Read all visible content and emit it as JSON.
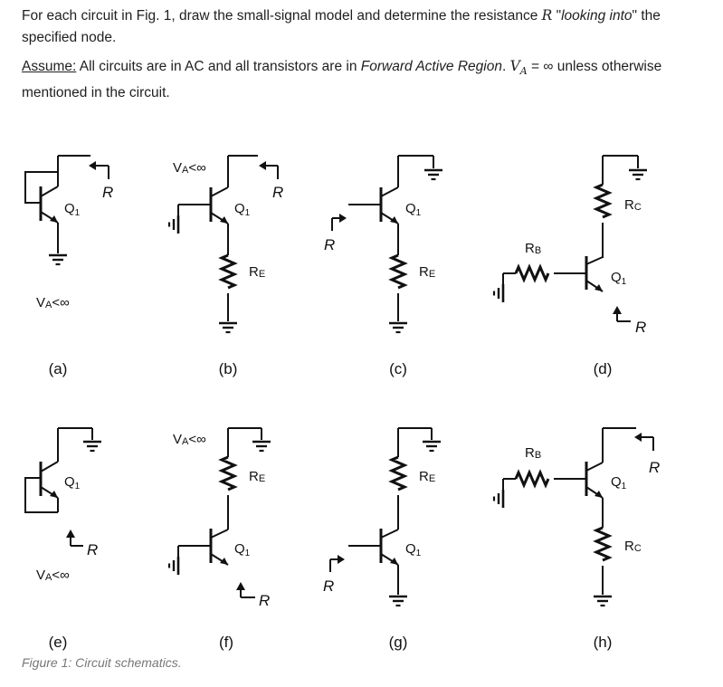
{
  "intro": {
    "part1": "For each circuit in Fig. 1, draw the small-signal model and determine the resistance ",
    "math_R": "R",
    "part2": " \"",
    "italic1": "looking into",
    "part3": "\" the specified node."
  },
  "assume": {
    "label": "Assume:",
    "part1": " All circuits are in AC and all transistors are in ",
    "italic": "Forward Active Region",
    "part2": ". ",
    "math": "V",
    "math_sub": "A",
    "math_rest": " = ∞",
    "part3": " unless otherwise mentioned in the circuit."
  },
  "labels": {
    "q": "Q",
    "q_sub": "1",
    "r": "R",
    "re": "R",
    "re_sub": "E",
    "rb": "R",
    "rb_sub": "B",
    "rc": "R",
    "rc_sub": "C",
    "va": "V",
    "va_sub": "A",
    "va_rest": "<∞"
  },
  "circuits": [
    "(a)",
    "(b)",
    "(c)",
    "(d)",
    "(e)",
    "(f)",
    "(g)",
    "(h)"
  ],
  "figure_caption": {
    "label": "Figure 1:",
    "text": " Circuit schematics."
  }
}
